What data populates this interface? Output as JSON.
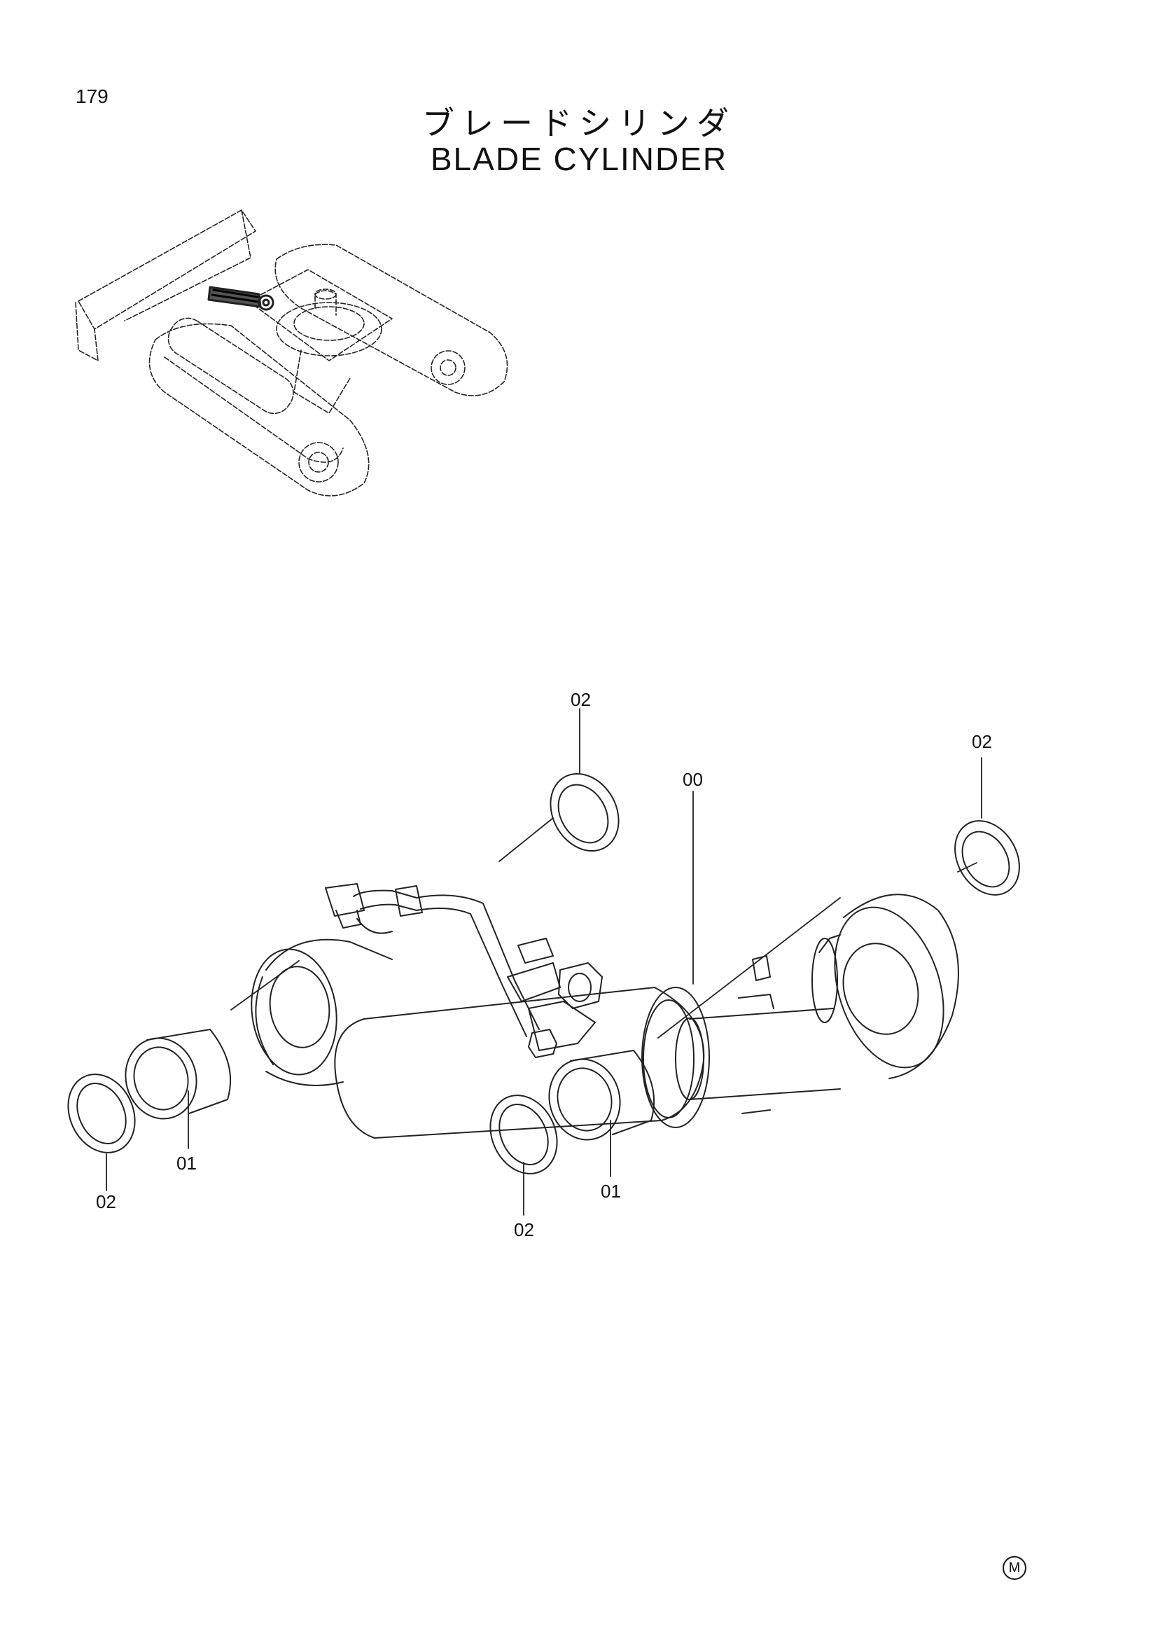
{
  "page": {
    "number": "179",
    "title_jp": "ブレードシリンダ",
    "title_en": "BLADE CYLINDER",
    "manufacturer_mark": "M"
  },
  "callouts": [
    {
      "id": "c-02-top",
      "label": "02",
      "part": "o-ring seal"
    },
    {
      "id": "c-02-right",
      "label": "02",
      "part": "o-ring seal"
    },
    {
      "id": "c-00",
      "label": "00",
      "part": "blade cylinder assembly"
    },
    {
      "id": "c-01-left",
      "label": "01",
      "part": "bushing"
    },
    {
      "id": "c-02-left",
      "label": "02",
      "part": "o-ring seal"
    },
    {
      "id": "c-01-right",
      "label": "01",
      "part": "bushing"
    },
    {
      "id": "c-02-bottom",
      "label": "02",
      "part": "o-ring seal"
    }
  ]
}
